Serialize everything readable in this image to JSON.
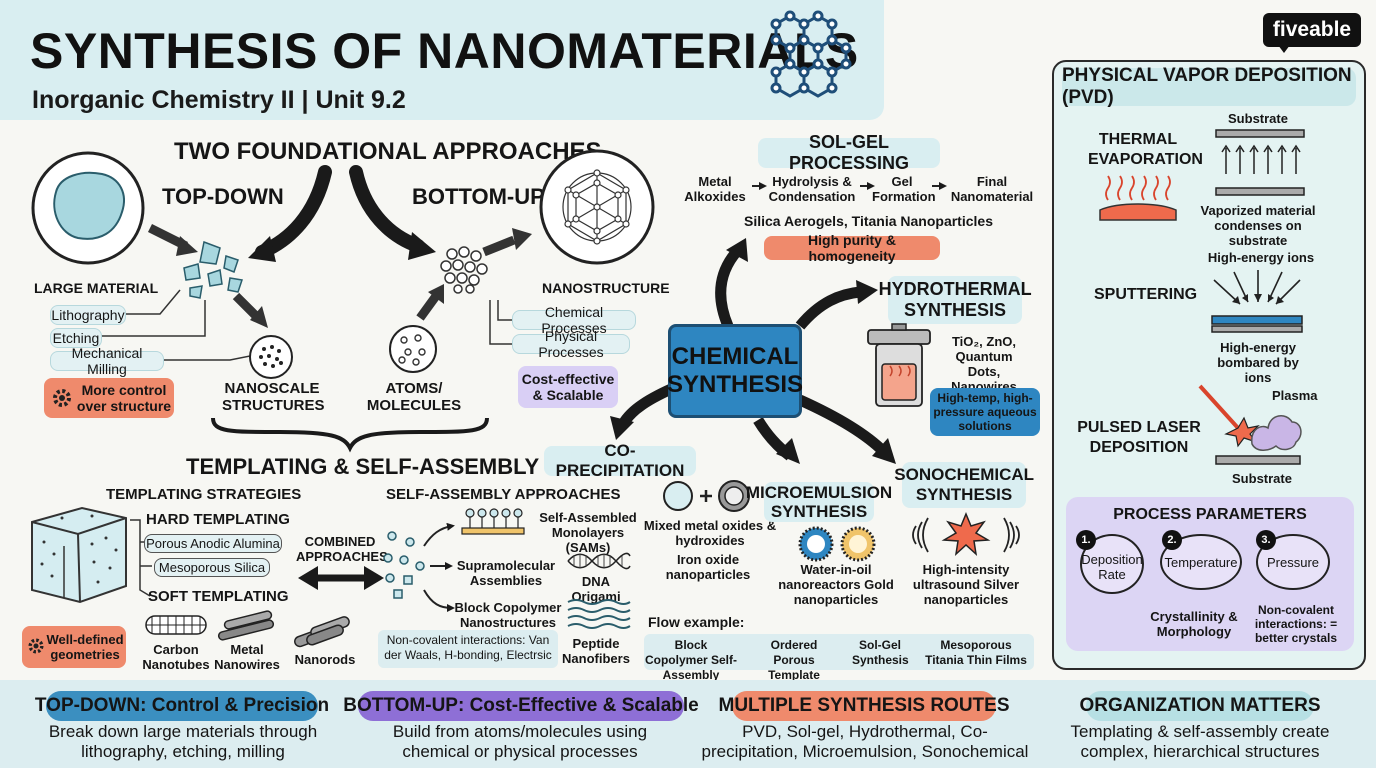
{
  "header": {
    "title": "SYNTHESIS OF NANOMATERIALS",
    "subtitle": "Inorganic Chemistry II | Unit 9.2",
    "logo": "fiveable"
  },
  "approaches": {
    "title": "TWO FOUNDATIONAL APPROACHES",
    "top_down": {
      "title": "TOP-DOWN",
      "large_material": "LARGE MATERIAL",
      "methods": [
        "Lithography",
        "Etching",
        "Mechanical Milling"
      ],
      "result": "NANOSCALE STRUCTURES",
      "benefit": "More control over structure"
    },
    "bottom_up": {
      "title": "BOTTOM-UP",
      "start": "ATOMS/ MOLECULES",
      "result": "NANOSTRUCTURE",
      "methods": [
        "Chemical Processes",
        "Physical Processes"
      ],
      "benefit": "Cost-effective & Scalable"
    }
  },
  "templating": {
    "title": "TEMPLATING & SELF-ASSEMBLY",
    "strategies_title": "TEMPLATING STRATEGIES",
    "hard": "HARD TEMPLATING",
    "hard_examples": [
      "Porous Anodic Alumina",
      "Mesoporous Silica"
    ],
    "soft": "SOFT TEMPLATING",
    "benefit": "Well-defined geometries",
    "combined": "COMBINED APPROACHES",
    "self_assembly_title": "SELF-ASSEMBLY APPROACHES",
    "self_assembly": [
      "Self-Assembled Monolayers (SAMs)",
      "Supramolecular Assemblies",
      "Block Copolymer Nanostructures"
    ],
    "structures": [
      "Carbon Nanotubes",
      "Metal Nanowires",
      "Nanorods",
      "DNA Origami",
      "Peptide Nanofibers"
    ],
    "interactions": "Non-covalent interactions: Van der Waals, H-bonding, Electrsic"
  },
  "chemical": {
    "center": "CHEMICAL SYNTHESIS",
    "solgel": {
      "title": "SOL-GEL PROCESSING",
      "steps": [
        "Metal Alkoxides",
        "Hydrolysis & Condensation",
        "Gel Formation",
        "Final Nanomaterial"
      ],
      "examples": "Silica Aerogels, Titania Nanoparticles",
      "benefit": "High purity & homogeneity"
    },
    "hydrothermal": {
      "title": "HYDROTHERMAL SYNTHESIS",
      "examples": "TiO₂, ZnO, Quantum Dots, Nanowires",
      "note": "High-temp, high-pressure aqueous solutions"
    },
    "coprecipitation": {
      "title": "CO-PRECIPITATION",
      "examples": "Mixed metal oxides & hydroxides",
      "example2": "Iron oxide nanoparticles"
    },
    "microemulsion": {
      "title": "MICROEMULSION SYNTHESIS",
      "examples": "Water-in-oil nanoreactors Gold nanoparticles"
    },
    "sonochemical": {
      "title": "SONOCHEMICAL SYNTHESIS",
      "examples": "High-intensity ultrasound Silver nanoparticles"
    },
    "flow": {
      "label": "Flow example:",
      "steps": [
        "Block Copolymer Self-Assembly",
        "Ordered Porous Template",
        "Sol-Gel Synthesis",
        "Mesoporous Titania Thin Films"
      ]
    }
  },
  "pvd": {
    "title": "PHYSICAL VAPOR DEPOSITION (PVD)",
    "thermal": "THERMAL EVAPORATION",
    "substrate": "Substrate",
    "thermal_note": "Vaporized material condenses on substrate",
    "sputtering": "SPUTTERING",
    "ions": "High-energy ions",
    "sputter_note": "High-energy bombared by ions",
    "pld": "PULSED LASER DEPOSITION",
    "plasma": "Plasma",
    "substrate2": "Substrate",
    "params_title": "PROCESS PARAMETERS",
    "params": [
      "Deposition Rate",
      "Temperature",
      "Pressure"
    ],
    "param_numbers": [
      "1.",
      "2.",
      "3."
    ],
    "effect1": "Crystallinity & Morphology",
    "effect2": "Non-covalent interactions: = better crystals"
  },
  "footer": [
    {
      "title": "TOP-DOWN: Control & Precision",
      "desc": "Break down large materials through lithography, etching, milling",
      "color": "#3b8fc0"
    },
    {
      "title": "BOTTOM-UP: Cost-Effective & Scalable",
      "desc": "Build from atoms/molecules using chemical or physical processes",
      "color": "#8e6fd6"
    },
    {
      "title": "MULTIPLE SYNTHESIS ROUTES",
      "desc": "PVD, Sol-gel, Hydrothermal, Co-precipitation, Microemulsion, Sonochemical",
      "color": "#ef8a6c"
    },
    {
      "title": "ORGANIZATION MATTERS",
      "desc": "Templating & self-assembly create complex, hierarchical structures",
      "color": "#b7e0e4"
    }
  ],
  "icons": {
    "molecule": "hexagon-network-icon",
    "gear": "gear-icon",
    "arrow": "arrow-icon"
  },
  "colors": {
    "header_bg": "#d9eef1",
    "salmon": "#ef8a6c",
    "lavender": "#d9cff5",
    "center_blue": "#2e86c1",
    "teal_light": "#cbe8ea"
  }
}
